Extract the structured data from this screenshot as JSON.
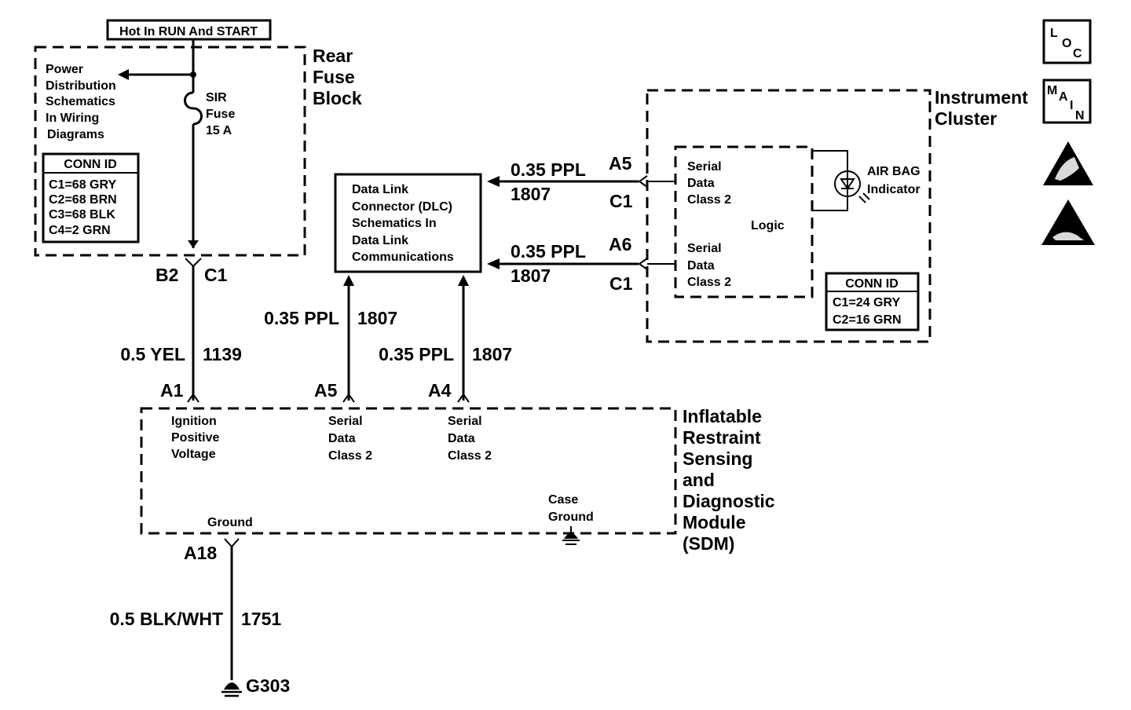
{
  "power": {
    "hot_label": "Hot In RUN And START",
    "fuse_block_title": [
      "Rear",
      "Fuse",
      "Block"
    ],
    "power_distribution_note": [
      "Power",
      "Distribution",
      "Schematics",
      "In Wiring",
      "Diagrams"
    ],
    "fuse_label": [
      "SIR",
      "Fuse",
      "15 A"
    ],
    "conn_id": {
      "title": "CONN ID",
      "rows": [
        "C1=68 GRY",
        "C2=68 BRN",
        "C3=68 BLK",
        "C4=2 GRN"
      ]
    },
    "connector_pin": "B2",
    "connector": "C1"
  },
  "dlc": {
    "text": [
      "Data Link",
      "Connector (DLC)",
      "Schematics In",
      "Data Link",
      "Communications"
    ]
  },
  "instrument_cluster": {
    "title": [
      "Instrument",
      "Cluster"
    ],
    "serial_top": [
      "Serial",
      "Data",
      "Class 2"
    ],
    "serial_bottom": [
      "Serial",
      "Data",
      "Class 2"
    ],
    "logic": "Logic",
    "indicator": [
      "AIR BAG",
      "Indicator"
    ],
    "conn_id": {
      "title": "CONN ID",
      "rows": [
        "C1=24 GRY",
        "C2=16 GRN"
      ]
    }
  },
  "wires": {
    "cluster_top": {
      "gauge_color": "0.35 PPL",
      "circuit": "1807",
      "pin": "A5",
      "connector": "C1"
    },
    "cluster_bottom": {
      "gauge_color": "0.35 PPL",
      "circuit": "1807",
      "pin": "A6",
      "connector": "C1"
    },
    "sdm_a5": {
      "gauge_color": "0.35 PPL",
      "circuit": "1807",
      "pin": "A5"
    },
    "sdm_a4": {
      "gauge_color": "0.35 PPL",
      "circuit": "1807",
      "pin": "A4"
    },
    "ignition": {
      "gauge_color": "0.5 YEL",
      "circuit": "1139",
      "pin": "A1"
    },
    "ground": {
      "gauge_color": "0.5 BLK/WHT",
      "circuit": "1751",
      "pin": "A18",
      "ground_id": "G303"
    }
  },
  "sdm": {
    "title": [
      "Inflatable",
      "Restraint",
      "Sensing",
      "and",
      "Diagnostic",
      "Module",
      "(SDM)"
    ],
    "ignition_label": [
      "Ignition",
      "Positive",
      "Voltage"
    ],
    "serial_a5": [
      "Serial",
      "Data",
      "Class 2"
    ],
    "serial_a4": [
      "Serial",
      "Data",
      "Class 2"
    ],
    "ground_label": "Ground",
    "case_ground_label": [
      "Case",
      "Ground"
    ]
  },
  "icons": {
    "loc": [
      "L",
      "O",
      "C"
    ],
    "main": [
      "M",
      "A",
      "I",
      "N"
    ]
  }
}
